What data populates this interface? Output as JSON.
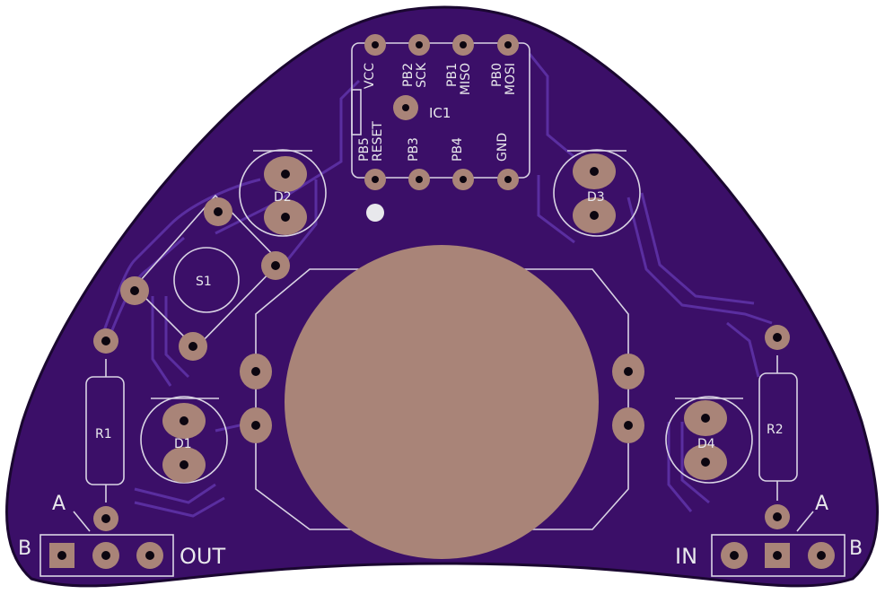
{
  "board": {
    "colors": {
      "board": "#3b0f68",
      "outline": "#1a0730",
      "pad": "#a98478",
      "silkscreen": "#e8e8ec",
      "trace": "#5a2ea0"
    }
  },
  "components": {
    "ic1": {
      "name": "IC1",
      "top_pins": [
        "VCC",
        "PB2\nSCK",
        "PB1\nMISO",
        "PB0\nMOSI"
      ],
      "bottom_pins": [
        "PB5\nRESET",
        "PB3",
        "PB4",
        "GND"
      ]
    },
    "s1": {
      "name": "S1"
    },
    "r1": {
      "name": "R1"
    },
    "r2": {
      "name": "R2"
    },
    "d1": {
      "name": "D1"
    },
    "d2": {
      "name": "D2"
    },
    "d3": {
      "name": "D3"
    },
    "d4": {
      "name": "D4"
    }
  },
  "connectors": {
    "out": {
      "label": "OUT",
      "a_label": "A",
      "b_label": "B"
    },
    "in": {
      "label": "IN",
      "a_label": "A",
      "b_label": "B"
    }
  }
}
